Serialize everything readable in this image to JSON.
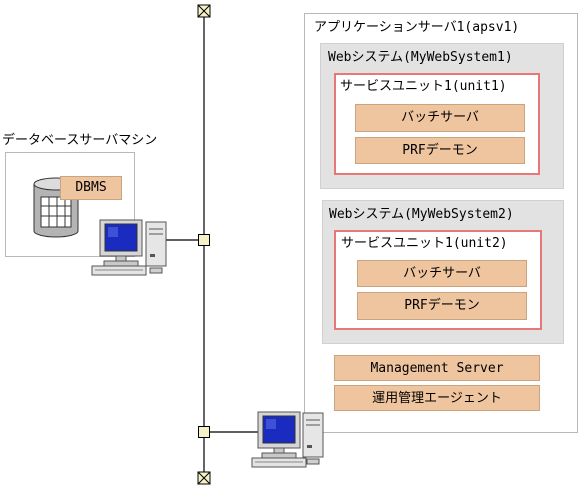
{
  "db_server": {
    "title": "データベースサーバマシン",
    "dbms_label": "DBMS"
  },
  "app_server": {
    "title": "アプリケーションサーバ1(apsv1)",
    "systems": [
      {
        "title": "Webシステム(MyWebSystem1)",
        "unit": {
          "title": "サービスユニット1(unit1)",
          "processes": [
            "バッチサーバ",
            "PRFデーモン"
          ]
        }
      },
      {
        "title": "Webシステム(MyWebSystem2)",
        "unit": {
          "title": "サービスユニット1(unit2)",
          "processes": [
            "バッチサーバ",
            "PRFデーモン"
          ]
        }
      }
    ],
    "management_server": "Management Server",
    "agent": "運用管理エージェント"
  },
  "colors": {
    "process_fill": "#efc59f",
    "unit_border": "#e87878",
    "system_fill": "#e2e2e2"
  }
}
